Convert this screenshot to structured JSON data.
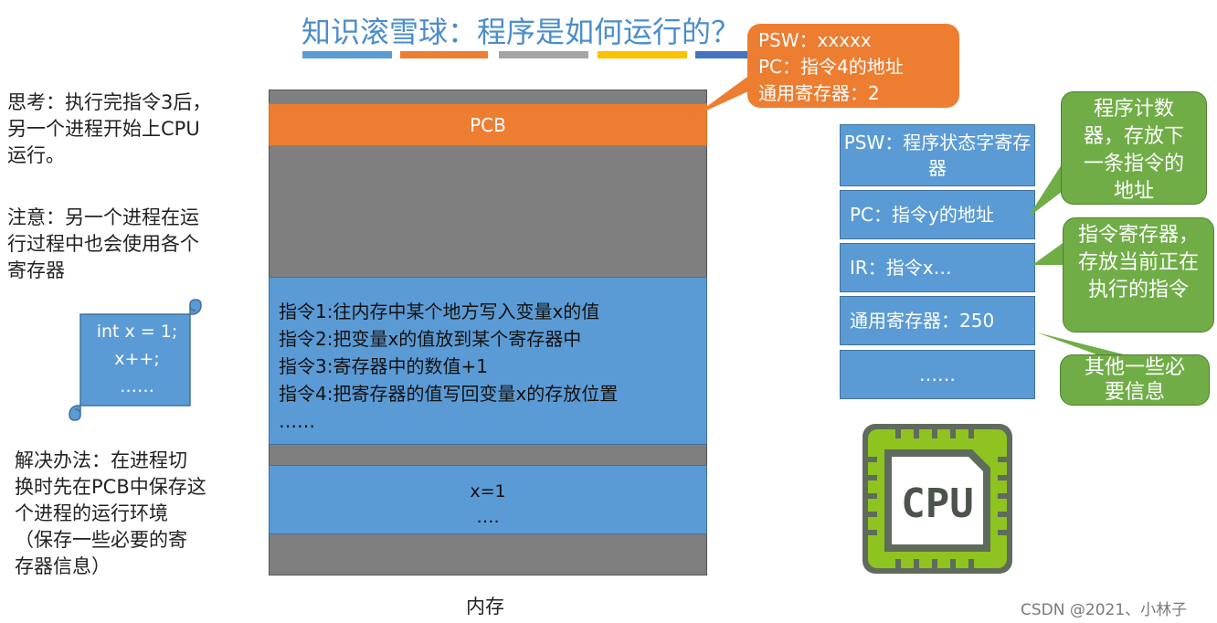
{
  "title": "知识滚雪球：程序是如何运行的？",
  "title_bars": [
    "#5b9bd5",
    "#ed7d31",
    "#a5a5a5",
    "#ffc000",
    "#4472c4"
  ],
  "left_notes": {
    "think": [
      "思考：执行完指令3后，",
      "另一个进程开始上CPU",
      "运行。"
    ],
    "notice": [
      "注意：另一个进程在运",
      "行过程中也会使用各个",
      "寄存器"
    ],
    "solution": [
      "解决办法：在进程切",
      "换时先在PCB中保存这",
      "个进程的运行环境",
      "（保存一些必要的寄",
      "存器信息）"
    ]
  },
  "scroll_code": [
    "int x = 1;",
    "x++;",
    "……"
  ],
  "memory": {
    "pcb_label": "PCB",
    "instructions": [
      "指令1:往内存中某个地方写入变量x的值",
      "指令2:把变量x的值放到某个寄存器中",
      "指令3:寄存器中的数值+1",
      "指令4:把寄存器的值写回变量x的存放位置",
      "……"
    ],
    "data": [
      "x=1",
      "…."
    ],
    "label": "内存"
  },
  "pcb_callout": [
    "PSW：xxxxx",
    "PC：指令4的地址",
    "通用寄存器：2"
  ],
  "registers": [
    "PSW：程序状态字寄存器",
    "PC：指令y的地址",
    "IR：指令x…",
    "通用寄存器：250",
    "……"
  ],
  "register_notes": {
    "pc": "程序计数器，存放下一条指令的地址",
    "ir": "指令寄存器，存放当前正在执行的指令",
    "other": "其他一些必要信息"
  },
  "cpu_chip_label": "CPU",
  "watermark": "CSDN @2021、小林子",
  "colors": {
    "blue": "#5b9bd5",
    "orange": "#ed7d31",
    "green": "#70ad47",
    "gray": "#7f7f7f",
    "title": "#4b8dcc"
  }
}
